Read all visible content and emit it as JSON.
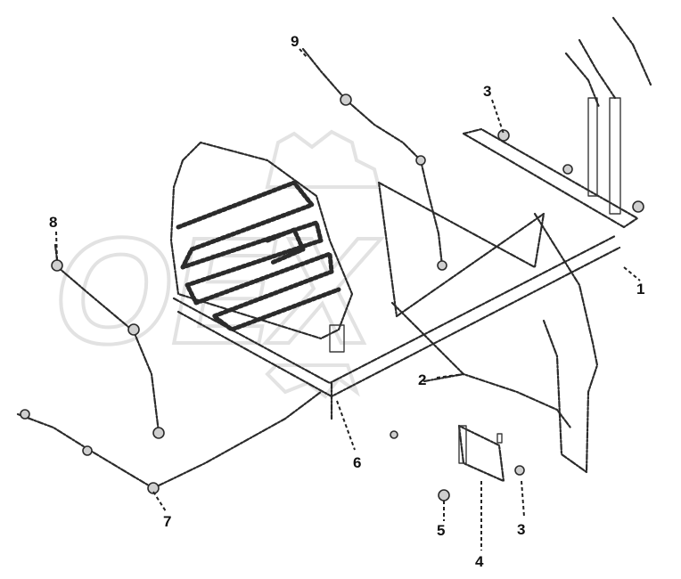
{
  "callouts": {
    "c1": "1",
    "c2": "2",
    "c3a": "3",
    "c3b": "3",
    "c4": "4",
    "c5": "5",
    "c6": "6",
    "c7": "7",
    "c8": "8",
    "c9": "9"
  },
  "watermark": {
    "text": "OEX"
  },
  "colors": {
    "line": "#2b2b2b",
    "background": "#ffffff",
    "watermark": "#e3e3e3"
  }
}
